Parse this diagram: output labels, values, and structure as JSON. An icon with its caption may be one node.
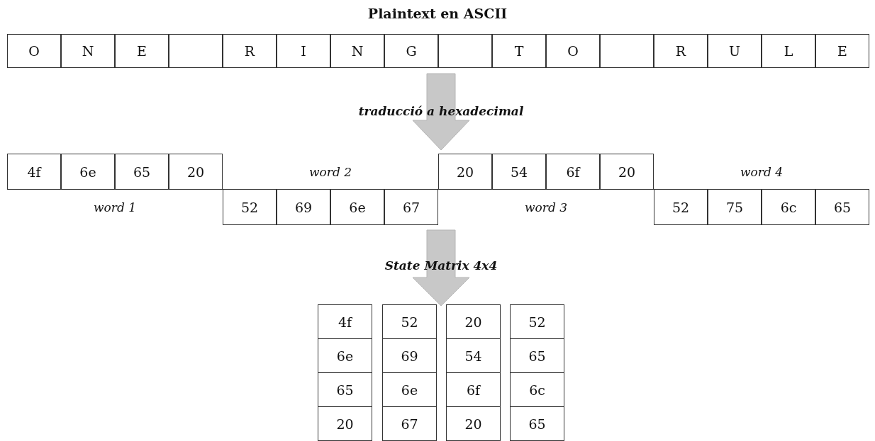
{
  "diagram": {
    "title": "Plaintext en ASCII",
    "labels": [
      "O",
      "N",
      "E",
      "R",
      "I",
      "N",
      "G",
      "T",
      "O",
      "R",
      "U",
      "L",
      "E",
      "traducció a hexadecimal",
      "4f",
      "6e",
      "65",
      "20",
      "word 2",
      "20",
      "54",
      "6f",
      "20",
      "word 4",
      "word 1",
      "52",
      "69",
      "6e",
      "67",
      "word 3",
      "52",
      "75",
      "6c",
      "65",
      "State Matrix 4x4",
      "4f",
      "52",
      "20",
      "52",
      "6e",
      "69",
      "54",
      "65",
      "65",
      "6e",
      "6f",
      "6c",
      "20",
      "67",
      "20",
      "65"
    ]
  }
}
